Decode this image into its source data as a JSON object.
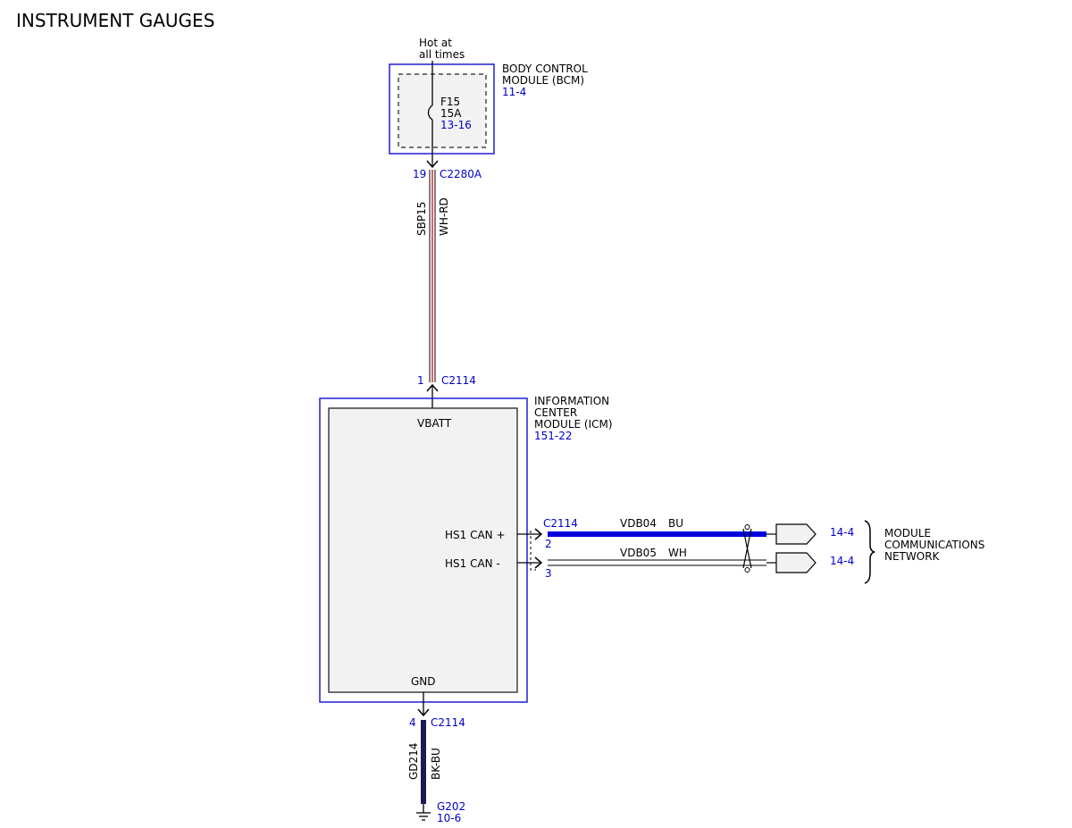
{
  "title": "INSTRUMENT GAUGES",
  "colors": {
    "module_border": "#1f1fd6",
    "link_text": "#0000cc",
    "wire_bu": "#0000dd",
    "wire_bk_bu": "#1a1a55",
    "wire_wh_rd_stripe": "#e06060",
    "box_fill": "#f2f2f2"
  },
  "power": {
    "hot_line1": "Hot at",
    "hot_line2": "all times"
  },
  "bcm": {
    "name_line1": "BODY CONTROL",
    "name_line2": "MODULE (BCM)",
    "ref": "11-4",
    "fuse_name": "F15",
    "fuse_rating": "15A",
    "fuse_ref": "13-16",
    "pin": "19",
    "connector": "C2280A"
  },
  "feed_wire": {
    "circuit": "SBP15",
    "color": "WH-RD"
  },
  "icm": {
    "name_line1": "INFORMATION",
    "name_line2": "CENTER",
    "name_line3": "MODULE (ICM)",
    "ref": "151-22",
    "top_pin": "1",
    "top_connector": "C2114",
    "vbatt": "VBATT",
    "can_high_label": "HS1 CAN +",
    "can_low_label": "HS1 CAN -",
    "gnd": "GND",
    "can_connector": "C2114",
    "can_high_pin": "2",
    "can_low_pin": "3",
    "gnd_pin": "4",
    "gnd_connector": "C2114"
  },
  "can_high_wire": {
    "circuit": "VDB04",
    "color": "BU",
    "ref": "14-4"
  },
  "can_low_wire": {
    "circuit": "VDB05",
    "color": "WH",
    "ref": "14-4"
  },
  "network": {
    "line1": "MODULE",
    "line2": "COMMUNICATIONS",
    "line3": "NETWORK"
  },
  "ground_wire": {
    "circuit": "GD214",
    "color": "BK-BU",
    "ground": "G202",
    "ref": "10-6"
  }
}
